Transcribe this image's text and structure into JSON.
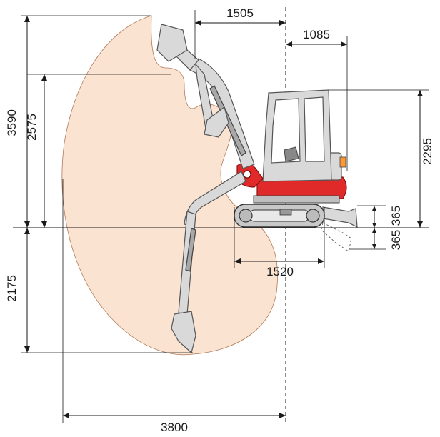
{
  "diagram": {
    "colors": {
      "envelope": "#fbe3d2",
      "machine_body": "#d9d9d9",
      "accent_red": "#e02a2a",
      "line": "#1a1a1a"
    },
    "dimensions": {
      "max_digging_height": "3590",
      "max_dump_height": "2575",
      "max_digging_depth": "2175",
      "max_reach": "3800",
      "front_offset": "1505",
      "tail_radius": "1085",
      "overall_height": "2295",
      "blade_lift": "365",
      "blade_drop": "365",
      "track_length": "1520"
    }
  }
}
